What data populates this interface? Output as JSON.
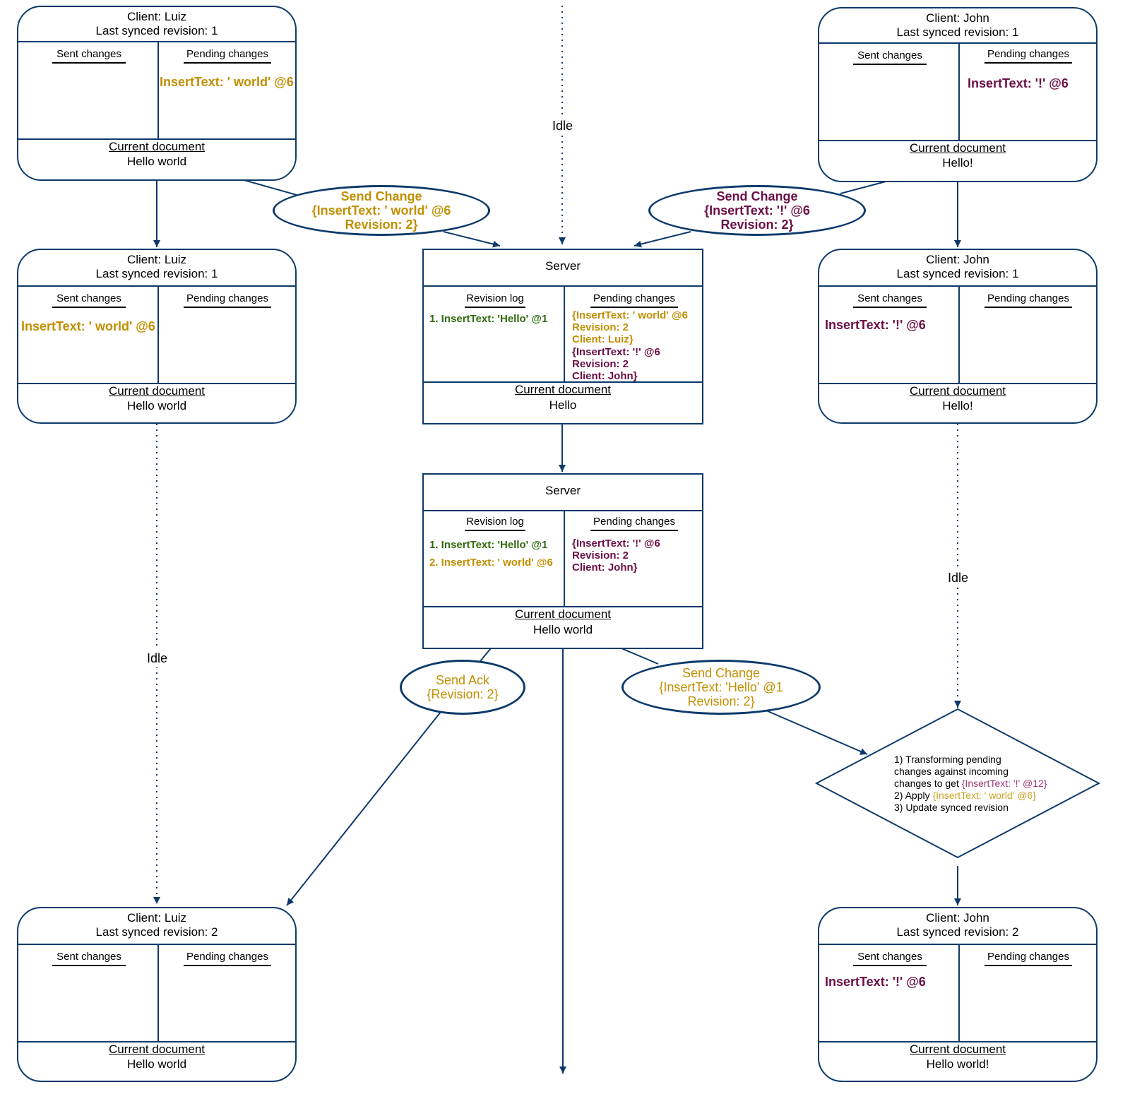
{
  "labels": {
    "sent_changes": "Sent changes",
    "pending_changes": "Pending changes",
    "current_document": "Current document",
    "revision_log": "Revision log",
    "server": "Server",
    "idle": "Idle"
  },
  "colors": {
    "border": "#0d3a6b",
    "luiz": "#c18f00",
    "john": "#6b0f45",
    "server_log": "#2f6b10"
  },
  "luiz1": {
    "client": "Client: Luiz",
    "rev": "Last synced revision: 1",
    "pending": "InsertText: ' world' @6",
    "doc": "Hello world"
  },
  "luiz2": {
    "client": "Client: Luiz",
    "rev": "Last synced revision: 1",
    "sent": "InsertText: ' world' @6",
    "doc": "Hello world"
  },
  "luiz3": {
    "client": "Client: Luiz",
    "rev": "Last synced revision: 2",
    "doc": "Hello world"
  },
  "john1": {
    "client": "Client: John",
    "rev": "Last synced revision: 1",
    "pending": "InsertText: '!' @6",
    "doc": "Hello!"
  },
  "john2": {
    "client": "Client: John",
    "rev": "Last synced revision: 1",
    "sent": "InsertText: '!' @6",
    "doc": "Hello!"
  },
  "john3": {
    "client": "Client: John",
    "rev": "Last synced revision: 2",
    "sent": "InsertText: '!' @6",
    "doc": "Hello world!"
  },
  "server1": {
    "log": [
      "1. InsertText: 'Hello' @1"
    ],
    "pending_luiz": [
      "{InsertText: ' world' @6",
      "Revision: 2",
      "Client: Luiz}"
    ],
    "pending_john": [
      "{InsertText: '!' @6",
      "Revision: 2",
      "Client: John}"
    ],
    "doc": "Hello"
  },
  "server2": {
    "log1": "1. InsertText: 'Hello' @1",
    "log2": "2. InsertText: ' world' @6",
    "pending_john": [
      "{InsertText: '!' @6",
      "Revision: 2",
      "Client: John}"
    ],
    "doc": "Hello world"
  },
  "messages": {
    "luiz_send": [
      "Send Change",
      "{InsertText: ' world' @6",
      "Revision: 2}"
    ],
    "john_send": [
      "Send Change",
      "{InsertText: '!' @6",
      "Revision: 2}"
    ],
    "ack": [
      "Send Ack",
      "{Revision: 2}"
    ],
    "server_send": [
      "Send Change",
      "{InsertText: 'Hello' @1",
      "Revision: 2}"
    ]
  },
  "transform": {
    "line1": "1) Transforming pending",
    "line2": "changes against incoming",
    "line3a": "changes to get ",
    "line3b": "{InsertText: '!' @12}",
    "line4a": "2) Apply ",
    "line4b": "{InsertText: ' world' @6}",
    "line5": "3) Update synced revision"
  }
}
